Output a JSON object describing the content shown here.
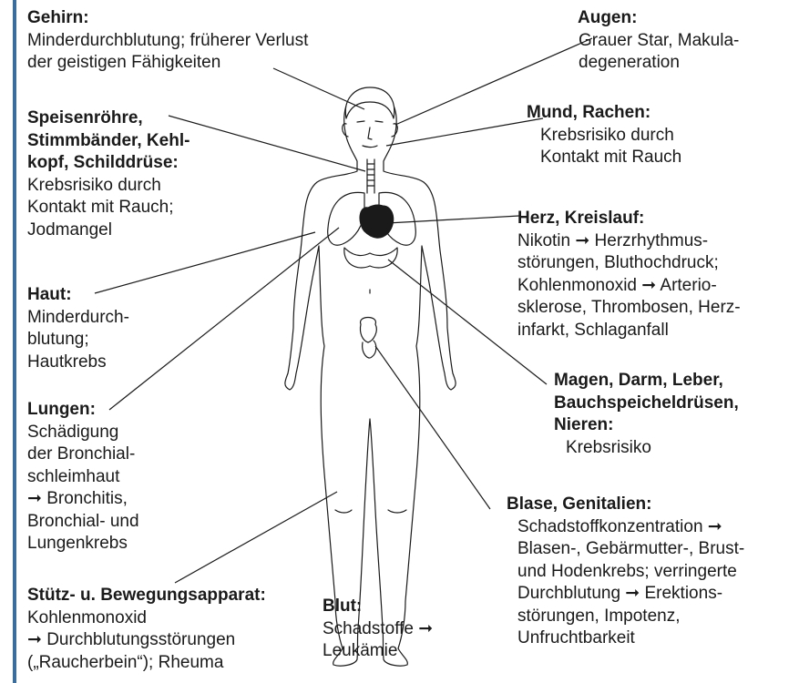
{
  "labels": {
    "gehirn": {
      "title": "Gehirn:",
      "desc": "Minderdurchblutung; früherer Verlust\nder geistigen Fähigkeiten"
    },
    "augen": {
      "title": "Augen:",
      "desc": "Grauer Star, Makula-\ndegeneration"
    },
    "speiseroehre": {
      "title": "Speisenröhre,\nStimmbänder, Kehl-\nkopf, Schilddrüse:",
      "desc": "Krebsrisiko durch\nKontakt mit Rauch;\nJodmangel"
    },
    "mund": {
      "title": "Mund, Rachen:",
      "desc": "Krebsrisiko durch\nKontakt mit Rauch"
    },
    "herz": {
      "title": "Herz, Kreislauf:",
      "desc": "Nikotin ➞ Herzrhythmus-\nstörungen, Bluthochdruck;\nKohlenmonoxid ➞ Arterio-\nsklerose, Thrombosen, Herz-\ninfarkt, Schlaganfall"
    },
    "haut": {
      "title": "Haut:",
      "desc": "Minderdurch-\nblutung;\nHautkrebs"
    },
    "lungen": {
      "title": "Lungen:",
      "desc": "Schädigung\nder Bronchial-\nschleimhaut\n➞ Bronchitis,\nBronchial- und\nLungenkrebs"
    },
    "magen": {
      "title": "Magen, Darm, Leber,\nBauchspeicheldrüsen,\nNieren:",
      "desc": "Krebsrisiko"
    },
    "blase": {
      "title": "Blase, Genitalien:",
      "desc": "Schadstoffkonzentration ➞\nBlasen-, Gebärmutter-, Brust-\nund Hodenkrebs; verringerte\nDurchblutung ➞ Erektions-\nstörungen, Impotenz,\nUnfruchtbarkeit"
    },
    "stuetz": {
      "title": "Stütz- u. Bewegungsapparat:",
      "desc": "Kohlenmonoxid\n➞ Durchblutungsstörungen\n(„Raucherbein“); Rheuma"
    },
    "blut": {
      "title": "Blut:",
      "desc": "Schadstoffe ➞\nLeukämie"
    }
  },
  "colors": {
    "accent_rule": "#3a6e9e",
    "line": "#1a1a1a",
    "text": "#1a1a1a"
  }
}
